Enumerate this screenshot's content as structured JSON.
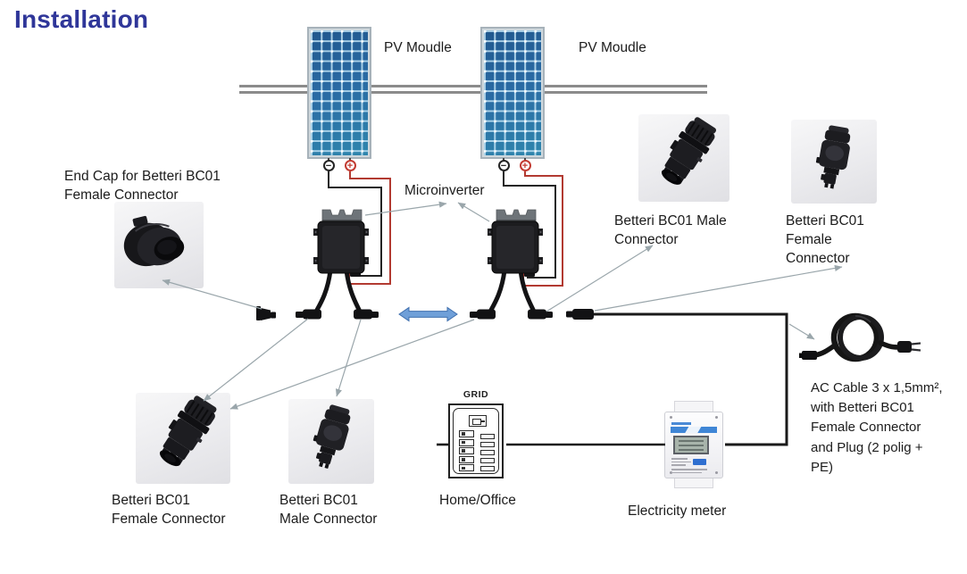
{
  "title": "Installation",
  "panels": {
    "pv1_label": "PV Moudle",
    "pv2_label": "PV Moudle",
    "minus_symbol": "−",
    "plus_symbol": "+"
  },
  "inverter": {
    "label": "Microinverter"
  },
  "connectors": {
    "end_cap_label": "End Cap for Betteri BC01\nFemale Connector",
    "top_male_label": "Betteri BC01 Male\nConnector",
    "top_female_label": "Betteri BC01\nFemale\nConnector",
    "bottom_female_label": "Betteri BC01\nFemale Connector",
    "bottom_male_label": "Betteri BC01\nMale Connector"
  },
  "grid": {
    "label": "GRID",
    "home_label": "Home/Office"
  },
  "meter": {
    "label": "Electricity meter"
  },
  "ac_cable": {
    "label": "AC Cable 3 x 1,5mm²,\nwith Betteri BC01\nFemale Connector\nand Plug (2 polig +\nPE)"
  },
  "colors": {
    "title": "#2f3699",
    "wire_black": "#1c1c1c",
    "wire_red": "#b23a31",
    "annotation_arrow": "#9aa6ab",
    "double_arrow_blue": "#6f9fd8",
    "rail_gray": "#8b8b8b",
    "panel_blue": "#2a6aa3"
  }
}
